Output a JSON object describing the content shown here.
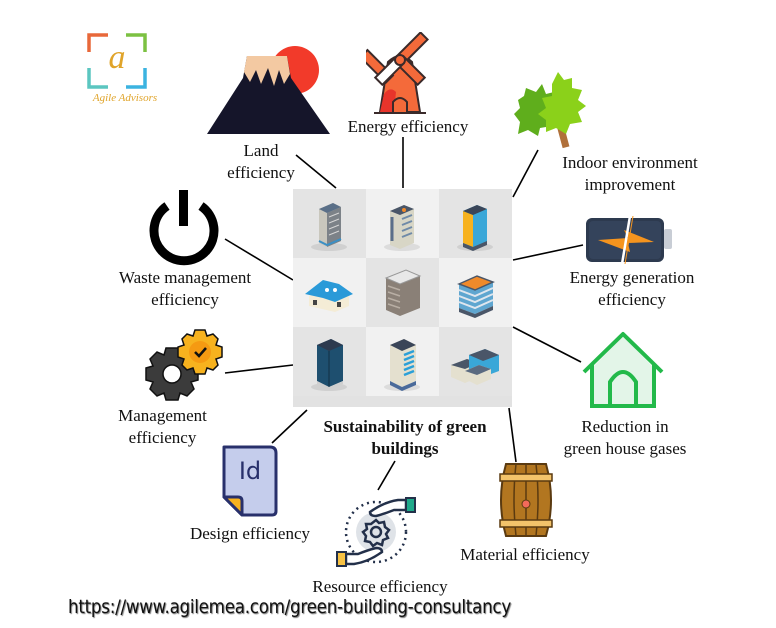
{
  "logo": {
    "brand_name": "Agile Advisors",
    "letter": "a",
    "colors": {
      "top_left": "#e8683a",
      "top_right": "#7cc142",
      "bottom_left": "#5bc6c0",
      "bottom_right": "#3bb3e0",
      "text": "#e0a42a"
    }
  },
  "center": {
    "title_line1": "Sustainability of green",
    "title_line2": "buildings",
    "building_icons": [
      "office-tower-icon",
      "office-tower-icon",
      "glass-tower-icon",
      "house-icon",
      "slab-building-icon",
      "round-office-icon",
      "dark-tower-icon",
      "apartment-tower-icon",
      "complex-building-icon"
    ]
  },
  "nodes": [
    {
      "id": "land",
      "line1": "Land",
      "line2": "efficiency",
      "icon": "mountain-sun-icon"
    },
    {
      "id": "energy",
      "line1": "Energy efficiency",
      "line2": "",
      "icon": "windmill-icon"
    },
    {
      "id": "indoor",
      "line1": "Indoor environment",
      "line2": "improvement",
      "icon": "trees-icon"
    },
    {
      "id": "energy-gen",
      "line1": "Energy generation",
      "line2": "efficiency",
      "icon": "battery-icon"
    },
    {
      "id": "ghg",
      "line1": "Reduction in",
      "line2": "green house gases",
      "icon": "house-outline-icon"
    },
    {
      "id": "material",
      "line1": "Material efficiency",
      "line2": "",
      "icon": "barrel-icon"
    },
    {
      "id": "resource",
      "line1": "Resource efficiency",
      "line2": "",
      "icon": "hands-gear-icon"
    },
    {
      "id": "design",
      "line1": "Design efficiency",
      "line2": "",
      "icon": "design-file-icon"
    },
    {
      "id": "management",
      "line1": "Management",
      "line2": "efficiency",
      "icon": "gears-check-icon"
    },
    {
      "id": "waste",
      "line1": "Waste management",
      "line2": "efficiency",
      "icon": "power-icon"
    }
  ],
  "design_icon_text": "Id",
  "footer": {
    "url": "https://www.agilemea.com/green-building-consultancy"
  },
  "colors": {
    "mountain": "#15152a",
    "sun": "#f23a2a",
    "snow": "#f3c9a2",
    "windmill": "#f46a3a",
    "leaf_dark": "#5fae1c",
    "leaf_light": "#8bd11a",
    "battery": "#2d3a4f",
    "house_green": "#23b94a",
    "barrel": "#b27620",
    "gear_yellow": "#f7b21e",
    "gear_dark": "#3b3b3b",
    "design_fill": "#c5cdec",
    "design_stroke": "#28306b"
  }
}
